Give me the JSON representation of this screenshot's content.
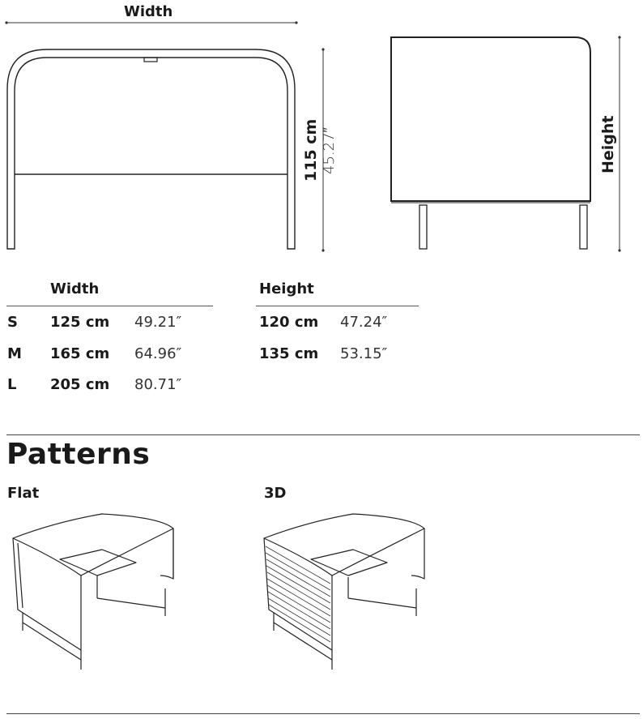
{
  "drawings": {
    "front": {
      "width_label": "Width",
      "height_cm": "115 cm",
      "height_in": "45.27″"
    },
    "side": {
      "height_label": "Height"
    }
  },
  "table": {
    "width_header": "Width",
    "height_header": "Height",
    "rows": [
      {
        "size": "S",
        "width_cm": "125 cm",
        "width_in": "49.21″",
        "height_cm": "120 cm",
        "height_in": "47.24″"
      },
      {
        "size": "M",
        "width_cm": "165 cm",
        "width_in": "64.96″",
        "height_cm": "135 cm",
        "height_in": "53.15″"
      },
      {
        "size": "L",
        "width_cm": "205 cm",
        "width_in": "80.71″"
      }
    ]
  },
  "patterns": {
    "title": "Patterns",
    "flat_label": "Flat",
    "threed_label": "3D"
  }
}
